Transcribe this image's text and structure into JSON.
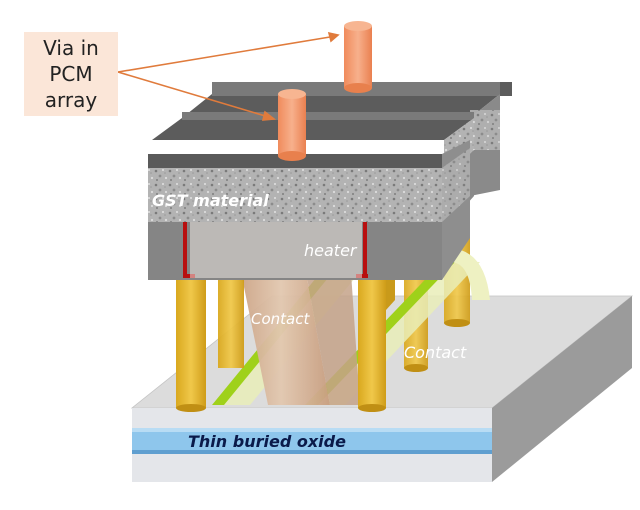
{
  "callout": {
    "lines": [
      "Via in",
      "PCM",
      "array"
    ]
  },
  "labels": {
    "gst": "GST material",
    "heater": "heater",
    "contact_1": "Contact",
    "contact_2": "Contact",
    "oxide": "Thin buried oxide"
  },
  "colors": {
    "via": "#f4a077",
    "callout_bg": "#fbe6d8",
    "arrow": "#e07b3c",
    "substrate_top": "#d9d9d9",
    "substrate_side": "#9a9a9a",
    "oxide_band": "#8ec6ec",
    "gst_top": "#5e5e5e",
    "gst_body": "#a9a9a9",
    "gst_lower": "#7f7f7f",
    "heater": "#d9c0a8",
    "contact_pillar": "#e3b830",
    "green_rail": "#9fd11a",
    "electrode": "#b80f0f"
  }
}
